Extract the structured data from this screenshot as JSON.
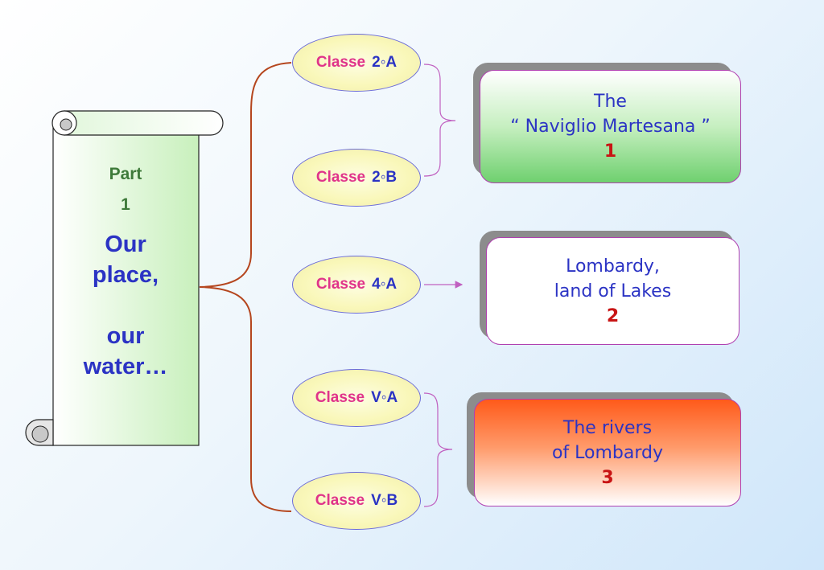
{
  "scroll": {
    "part_label": "Part",
    "part_number": "1",
    "title_line1": "Our",
    "title_line2": "place,",
    "title_line3": "our",
    "title_line4": "water…"
  },
  "classes": [
    {
      "label": "Classe",
      "code": "2◦A"
    },
    {
      "label": "Classe",
      "code": "2◦B"
    },
    {
      "label": "Classe",
      "code": "4◦A"
    },
    {
      "label": "Classe",
      "code": "V◦A"
    },
    {
      "label": "Classe",
      "code": "V◦B"
    }
  ],
  "boxes": [
    {
      "line1": "The",
      "line2": "“ Naviglio Martesana ”",
      "number": "1"
    },
    {
      "line1": "Lombardy,",
      "line2": "land of Lakes",
      "number": "2"
    },
    {
      "line1": "The rivers",
      "line2": "of Lombardy",
      "number": "3"
    }
  ],
  "colors": {
    "accent_blue": "#2b33c4",
    "class_pink": "#e0338a",
    "number_red": "#c81414",
    "part_green": "#3e7a3a",
    "connector": "#b5461e",
    "bracket": "#c060c0"
  }
}
